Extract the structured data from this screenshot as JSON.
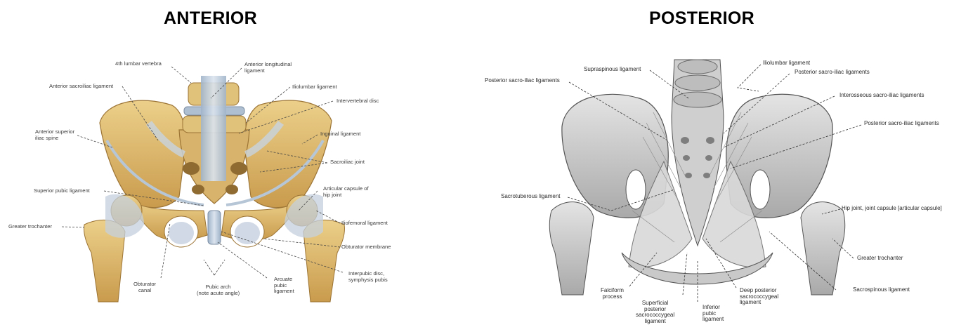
{
  "panels": {
    "anterior": {
      "title": "ANTERIOR",
      "labels": {
        "lumbar_vertebra": "4th lumbar vertebra",
        "anterior_longitudinal": "Anterior longitudinal\nligament",
        "anterior_sacroiliac": "Anterior sacroiliac ligament",
        "iliolumbar": "Iliolumbar ligament",
        "intervertebral_disc": "Intervertebral disc",
        "asis": "Anterior superior\niliac spine",
        "inguinal": "Inguinal ligament",
        "sacroiliac_joint": "Sacroiliac joint",
        "superior_pubic": "Superior pubic ligament",
        "articular_capsule": "Articular capsule of\nhip joint",
        "greater_trochanter": "Greater trochanter",
        "iliofemoral": "Iliofemoral ligament",
        "obturator_membrane": "Obturator membrane",
        "obturator_canal": "Obturator\ncanal",
        "pubic_arch": "Pubic arch\n(note acute angle)",
        "arcuate_pubic": "Arcuate\npubic\nligament",
        "interpubic_disc": "Interpubic disc,\nsymphysis pubis"
      }
    },
    "posterior": {
      "title": "POSTERIOR",
      "labels": {
        "supraspinous": "Supraspinous ligament",
        "iliolumbar": "Iliolumbar ligament",
        "posterior_sacroiliac_top": "Posterior sacro-iliac ligaments",
        "posterior_sacroiliac_left": "Posterior sacro-iliac ligaments",
        "interosseous_sacroiliac": "Interosseous sacro-iliac ligaments",
        "posterior_sacroiliac_right": "Posterior sacro-iliac ligaments",
        "sacrotuberous": "Sacrotuberous ligament",
        "hip_joint_capsule": "Hip joint, joint capsule [articular capsule]",
        "greater_trochanter": "Greater trochanter",
        "sacrospinous": "Sacrospinous ligament",
        "falciform": "Falciform\nprocess",
        "superficial_sacrococcygeal": "Superficial\nposterior\nsacrococcygeal\nligament",
        "inferior_pubic": "Inferior\npubic\nligament",
        "deep_sacrococcygeal": "Deep posterior\nsacrococcygeal\nligament"
      }
    }
  },
  "colors": {
    "bone": "#d9b66a",
    "bone_shadow": "#a8823c",
    "ligament": "#b9c7d8",
    "sketch": "#9a9a9a",
    "sketch_dark": "#5c5c5c"
  }
}
